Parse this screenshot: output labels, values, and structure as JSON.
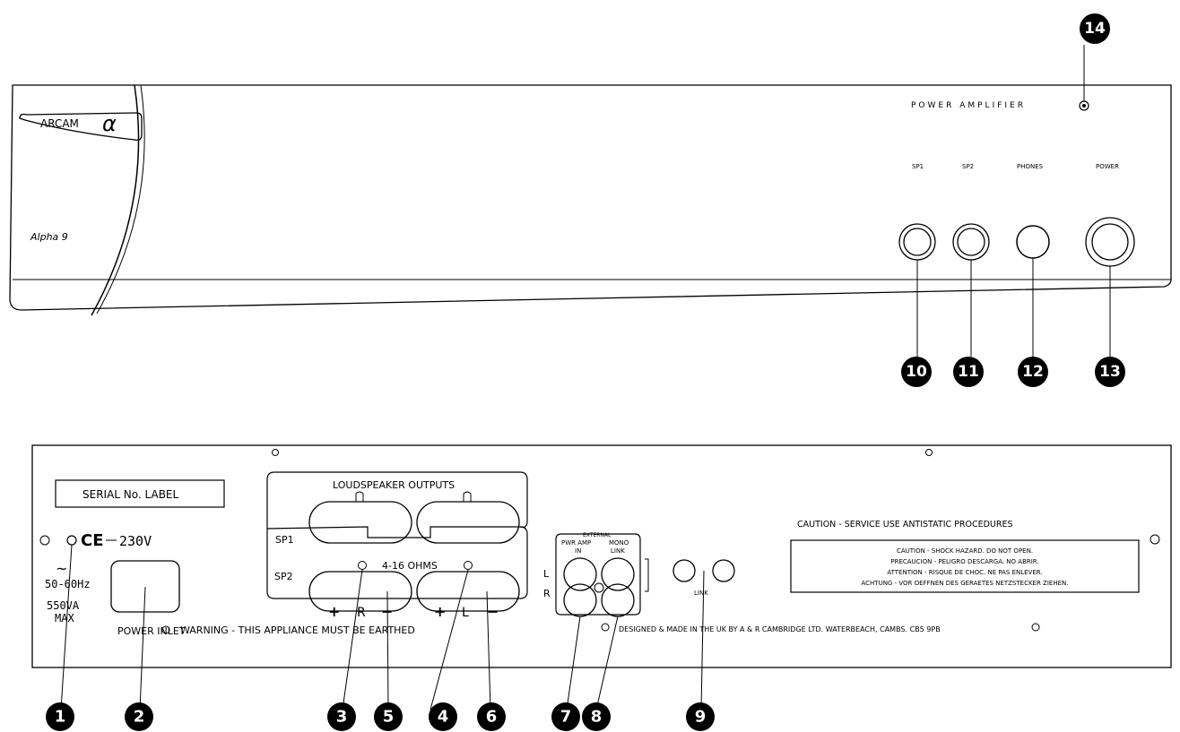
{
  "front": {
    "brand": "ARCAM",
    "alpha_symbol": "α",
    "model_mark": "Alpha 9",
    "title": "POWER AMPLIFIER",
    "sp1": "SP1",
    "sp2": "SP2",
    "phones": "PHONES",
    "power": "POWER"
  },
  "rear": {
    "serial_label": "SERIAL No. LABEL",
    "voltage": "230V",
    "ac_symbol": "~",
    "freq": "50-60Hz",
    "va": "550VA",
    "max": "MAX",
    "power_inlet": "POWER INLET",
    "speaker_outputs": "LOUDSPEAKER OUTPUTS",
    "sp1": "SP1",
    "sp2": "SP2",
    "ohms": "4-16 OHMS",
    "plus": "+",
    "minus": "−",
    "right": "R",
    "left": "L",
    "external": "EXTERNAL",
    "pwr_amp": "PWR AMP",
    "in": "IN",
    "mono": "MONO",
    "link_small": "LINK",
    "ch_l": "L",
    "ch_r": "R",
    "link": "LINK",
    "caution_main": "CAUTION - SERVICE USE ANTISTATIC PROCEDURES",
    "caution_lines": [
      "CAUTION - SHOCK HAZARD. DO NOT OPEN.",
      "PRECAUCION - PELIGRO DESCARGA. NO ABRIR.",
      "ATTENTION - RISQUE DE CHOC. NE PAS ENLEVER.",
      "ACHTUNG - VOR OEFFNEN DES GERAETES NETZSTECKER ZIEHEN."
    ],
    "warning": "WARNING - THIS APPLIANCE MUST BE EARTHED",
    "designed": "DESIGNED & MADE IN THE UK BY A & R CAMBRIDGE LTD. WATERBEACH, CAMBS. CB5 9PB"
  },
  "callouts": [
    "1",
    "2",
    "3",
    "5",
    "4",
    "6",
    "7",
    "8",
    "9",
    "10",
    "11",
    "12",
    "13",
    "14"
  ],
  "colors": {
    "ink": "#000000",
    "paper": "#ffffff"
  }
}
